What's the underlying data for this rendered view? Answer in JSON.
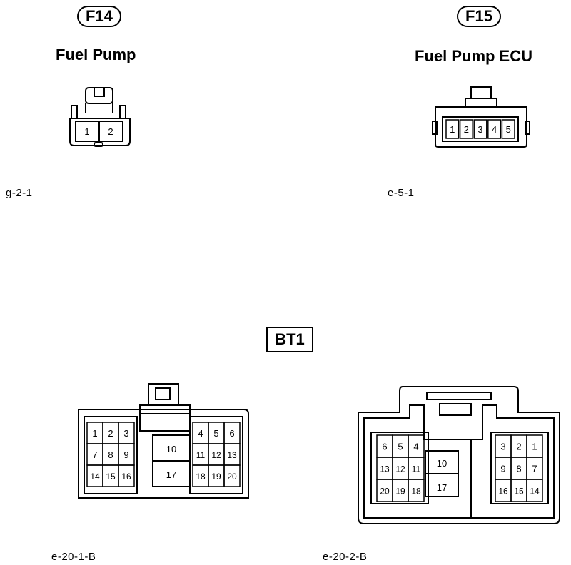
{
  "connectors": {
    "f14": {
      "id": "F14",
      "name": "Fuel Pump",
      "code": "g-2-1",
      "pins": [
        "1",
        "2"
      ]
    },
    "f15": {
      "id": "F15",
      "name": "Fuel Pump ECU",
      "code": "e-5-1",
      "pins": [
        "1",
        "2",
        "3",
        "4",
        "5"
      ]
    },
    "bt1": {
      "id": "BT1",
      "left": {
        "code": "e-20-1-B",
        "left_block": [
          [
            "1",
            "2",
            "3"
          ],
          [
            "7",
            "8",
            "9"
          ],
          [
            "14",
            "15",
            "16"
          ]
        ],
        "center_block": [
          "10",
          "17"
        ],
        "right_block": [
          [
            "4",
            "5",
            "6"
          ],
          [
            "11",
            "12",
            "13"
          ],
          [
            "18",
            "19",
            "20"
          ]
        ]
      },
      "right": {
        "code": "e-20-2-B",
        "left_block": [
          [
            "6",
            "5",
            "4"
          ],
          [
            "13",
            "12",
            "11"
          ],
          [
            "20",
            "19",
            "18"
          ]
        ],
        "center_block": [
          "10",
          "17"
        ],
        "right_block": [
          [
            "3",
            "2",
            "1"
          ],
          [
            "9",
            "8",
            "7"
          ],
          [
            "16",
            "15",
            "14"
          ]
        ]
      }
    }
  }
}
